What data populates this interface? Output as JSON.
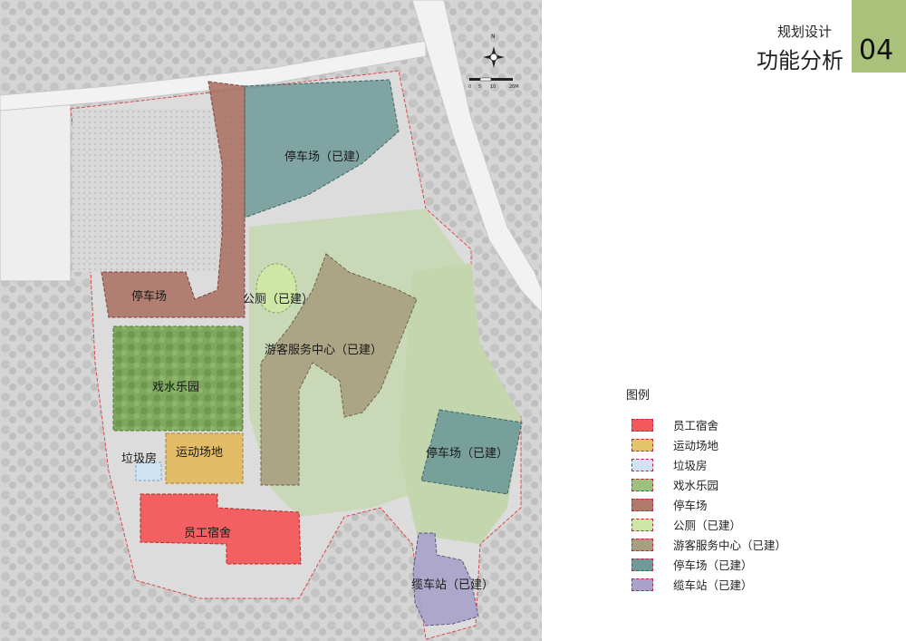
{
  "header": {
    "subtitle": "规划设计",
    "title": "功能分析",
    "page_number": "04",
    "accent_color": "#a9c17a"
  },
  "map": {
    "north_label": "N",
    "scale_ticks": [
      "0",
      "5",
      "10",
      "20M"
    ],
    "zones": {
      "parking_built_top": "停车场（已建）",
      "parking_west": "停车场",
      "toilet": "公厕（已建）",
      "visitor_center": "游客服务中心（已建）",
      "water_park": "戏水乐园",
      "sports_ground": "运动场地",
      "garbage_room": "垃圾房",
      "staff_dorm": "员工宿舍",
      "parking_built_east": "停车场（已建）",
      "cable_station": "缆车站（已建）"
    }
  },
  "legend": {
    "title": "图例",
    "items": [
      {
        "label": "员工宿舍",
        "color": "#f2595a"
      },
      {
        "label": "运动场地",
        "color": "#e3c46a"
      },
      {
        "label": "垃圾房",
        "color": "#cfe3f3"
      },
      {
        "label": "戏水乐园",
        "color": "#9fc07e"
      },
      {
        "label": "停车场",
        "color": "#b07a6a"
      },
      {
        "label": "公厕（已建）",
        "color": "#cfe7a6"
      },
      {
        "label": "游客服务中心（已建）",
        "color": "#a89f80"
      },
      {
        "label": "停车场（已建）",
        "color": "#6f9a98"
      },
      {
        "label": "缆车站（已建）",
        "color": "#a9a3c9"
      }
    ]
  }
}
